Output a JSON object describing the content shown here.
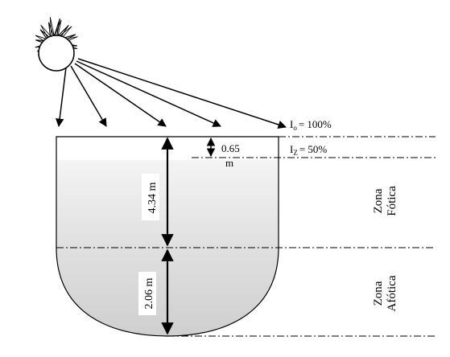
{
  "surface_intensity": {
    "symbol": "I",
    "subscript": "o",
    "value": "= 100%"
  },
  "half_intensity": {
    "symbol": "I",
    "subscript": "Z",
    "value": "=   50%"
  },
  "depth_labels": {
    "half_depth_value": "0.65",
    "half_depth_unit": "m",
    "photic_depth": "4.34 m",
    "aphotic_depth": "2.06 m"
  },
  "zones": {
    "photic": [
      "Zona",
      "Fótica"
    ],
    "aphotic": [
      "Zona",
      "Afótica"
    ]
  },
  "icons": {
    "sun": "sun-icon"
  }
}
